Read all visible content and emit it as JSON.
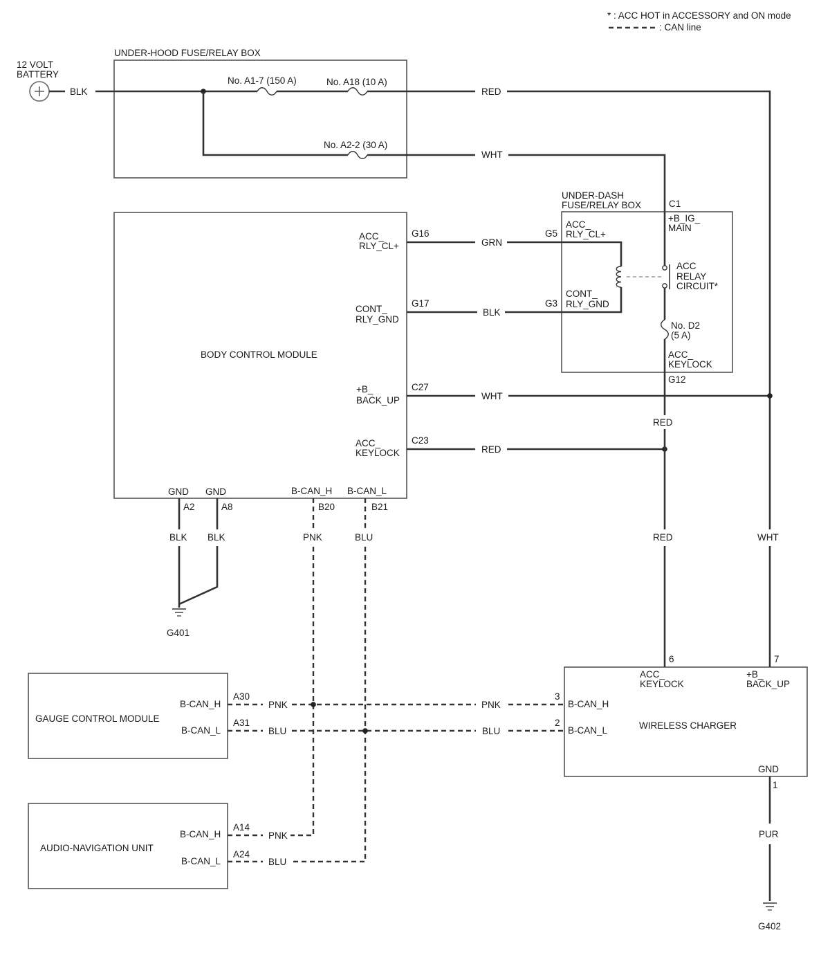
{
  "legend": {
    "acc_note": "* : ACC HOT in ACCESSORY and ON mode",
    "can_note": ": CAN line"
  },
  "battery": {
    "label_line1": "12 VOLT",
    "label_line2": "BATTERY"
  },
  "underhood": {
    "title": "UNDER-HOOD FUSE/RELAY BOX",
    "fuse_a17": "No. A1-7 (150 A)",
    "fuse_a18": "No. A18 (10 A)",
    "fuse_a22": "No. A2-2 (30 A)"
  },
  "underdash": {
    "title_line1": "UNDER-DASH",
    "title_line2": "FUSE/RELAY BOX",
    "c1": "C1",
    "b_ig_main_1": "+B_IG_",
    "b_ig_main_2": "MAIN",
    "acc_rly_cl_1": "ACC_",
    "acc_rly_cl_2": "RLY_CL+",
    "cont_rly_gnd_1": "CONT_",
    "cont_rly_gnd_2": "RLY_GND",
    "relay_1": "ACC",
    "relay_2": "RELAY",
    "relay_3": "CIRCUIT*",
    "fuse_d2_1": "No. D2",
    "fuse_d2_2": "(5 A)",
    "acc_keylock_1": "ACC_",
    "acc_keylock_2": "KEYLOCK",
    "g5": "G5",
    "g3": "G3",
    "g12": "G12"
  },
  "bcm": {
    "title": "BODY CONTROL MODULE",
    "acc_rly_cl_1": "ACC_",
    "acc_rly_cl_2": "RLY_CL+",
    "cont_rly_gnd_1": "CONT_",
    "cont_rly_gnd_2": "RLY_GND",
    "b_back_up_1": "+B_",
    "b_back_up_2": "BACK_UP",
    "acc_keylock_1": "ACC_",
    "acc_keylock_2": "KEYLOCK",
    "g16": "G16",
    "g17": "G17",
    "c27": "C27",
    "c23": "C23",
    "gnd1": "GND",
    "gnd2": "GND",
    "bcan_h": "B-CAN_H",
    "bcan_l": "B-CAN_L",
    "a2": "A2",
    "a8": "A8",
    "b20": "B20",
    "b21": "B21"
  },
  "gauge": {
    "title": "GAUGE CONTROL MODULE",
    "bcan_h": "B-CAN_H",
    "bcan_l": "B-CAN_L",
    "a30": "A30",
    "a31": "A31"
  },
  "audio": {
    "title": "AUDIO-NAVIGATION UNIT",
    "bcan_h": "B-CAN_H",
    "bcan_l": "B-CAN_L",
    "a14": "A14",
    "a24": "A24"
  },
  "charger": {
    "title": "WIRELESS CHARGER",
    "acc_keylock_1": "ACC_",
    "acc_keylock_2": "KEYLOCK",
    "b_back_up_1": "+B_",
    "b_back_up_2": "BACK_UP",
    "bcan_h": "B-CAN_H",
    "bcan_l": "B-CAN_L",
    "gnd": "GND",
    "pin6": "6",
    "pin7": "7",
    "pin3": "3",
    "pin2": "2",
    "pin1": "1"
  },
  "grounds": {
    "g401": "G401",
    "g402": "G402"
  },
  "wire_colors": {
    "blk_batt": "BLK",
    "red_top": "RED",
    "wht_top": "WHT",
    "grn": "GRN",
    "blk_g17": "BLK",
    "wht_backup": "WHT",
    "red_acc": "RED",
    "red_mid": "RED",
    "red_low": "RED",
    "wht_right": "WHT",
    "blk_a2": "BLK",
    "blk_a8": "BLK",
    "pnk_b20": "PNK",
    "blu_b21": "BLU",
    "pnk_gauge": "PNK",
    "pnk_charger": "PNK",
    "blu_gauge": "BLU",
    "blu_charger": "BLU",
    "pnk_audio": "PNK",
    "blu_audio": "BLU",
    "pur": "PUR"
  }
}
